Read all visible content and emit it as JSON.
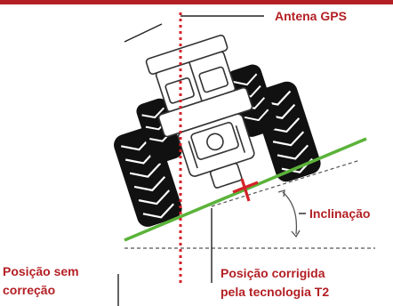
{
  "labels": {
    "antenna": "Antena GPS",
    "inclination": "Inclinação",
    "uncorrected_line1": "Posição sem",
    "uncorrected_line2": "correção",
    "corrected_line1": "Posição corrigida",
    "corrected_line2": "pela tecnologia T2"
  },
  "colors": {
    "accent": "#b31f24",
    "ground": "#5bb33a",
    "tractor_outline": "#333333",
    "tire": "#111111",
    "reference_line": "#555555"
  }
}
